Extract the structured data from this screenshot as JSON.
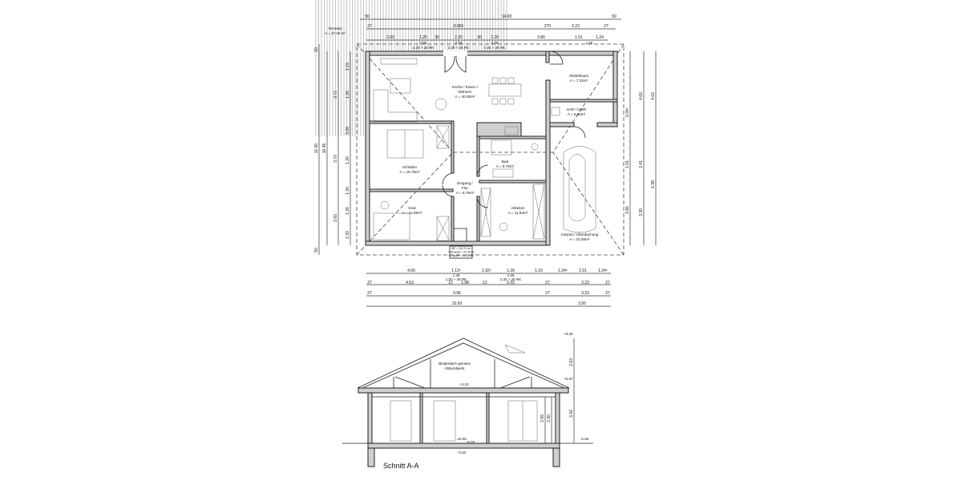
{
  "plan": {
    "rooms": [
      {
        "name": "Küche / Essen /",
        "name2": "Wohnen",
        "area": "A = 40.00m²"
      },
      {
        "name": "Abstellraum",
        "area": "A = 7.22m²"
      },
      {
        "name": "HAR / HWR",
        "area": "A = 5.66m²"
      },
      {
        "name": "Schlafen",
        "area": "A = 16.76m²"
      },
      {
        "name": "Eingang /",
        "name2": "Flur",
        "area": "A = 9.76m²"
      },
      {
        "name": "Bad",
        "area": "A = 8.78m²"
      },
      {
        "name": "Kind",
        "area": "A = 12.68m²"
      },
      {
        "name": "Arbeiten",
        "area": "A = 11.84m²"
      },
      {
        "name": "Carport / Überdachung",
        "area": "A = 22.55m²"
      }
    ],
    "terrace": {
      "name": "Terrasse",
      "area": "A = 47.40 m²"
    },
    "area_summary": [
      "WF = 110,71 m²",
      "+ Terrasse = 47,40 m²",
      "+ Carport = 22,55 m²"
    ],
    "dims_top": {
      "r1": [
        "50",
        "14.00",
        "50"
      ],
      "r2": [
        "27",
        "9.960",
        "270",
        "3.23",
        "27"
      ],
      "r3": [
        "2.60",
        "1.26",
        "30",
        "2.20",
        "30",
        "1.26",
        "3.86",
        "1.01",
        "1.24"
      ],
      "r3b": [
        "2.55",
        "2.55",
        "2.55",
        "1.26"
      ],
      "r3c": [
        "2.30 + 26 RK",
        "2.30 + 26 RK",
        "2.30 + 26 RK"
      ]
    },
    "dims_bottom": {
      "r1": [
        "4.00",
        "1.13⁵",
        "1.92⁵",
        "1.26",
        "1.16",
        "1.24⁵",
        "1.01",
        "1.24⁵"
      ],
      "r1b": [
        "1.36",
        "2.55",
        "1.00 + 26 RK",
        "2.30 + 26 RK"
      ],
      "r2": [
        "27",
        "4.53",
        "12",
        "1.98",
        "12",
        "3.33",
        "27",
        "3.23",
        "27"
      ],
      "r3": [
        "27",
        "9.96",
        "27",
        "3.23",
        "27"
      ],
      "r4": [
        "10.50",
        "3.50"
      ]
    },
    "dims_left": [
      "11.00",
      "10.46",
      "3.71",
      "3.70",
      "2.60",
      "1.15",
      "1.26",
      "3.00",
      "1.26",
      "1.30",
      "1.26",
      "1.30",
      "50",
      "50"
    ],
    "dims_right": [
      "6.04⁵",
      "1.01",
      "3.96",
      "4.60",
      "2.41",
      "3.30",
      "4.62",
      "6.38"
    ]
  },
  "section": {
    "title": "Schnitt A-A",
    "roof_note": [
      "Binderdach gemäss",
      "Abbundwerk"
    ],
    "levels": [
      "+8.30",
      "+5.67",
      "+3.10",
      "±0.00",
      "-0.20",
      "-0.40",
      "-0.05"
    ],
    "dims": [
      "2.63",
      "3.42",
      "2.55",
      "2.30"
    ]
  }
}
